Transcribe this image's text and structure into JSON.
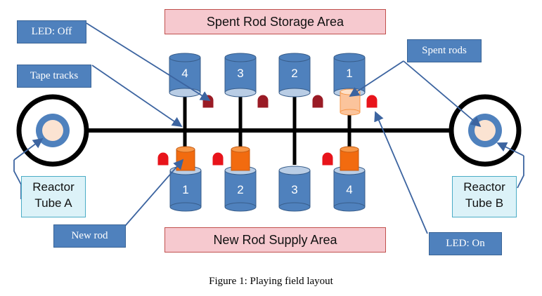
{
  "spent_area_title": "Spent Rod Storage Area",
  "supply_area_title": "New Rod Supply Area",
  "labels": {
    "led_off": "LED: Off",
    "tape_tracks": "Tape tracks",
    "spent_rods": "Spent rods",
    "new_rod": "New rod",
    "led_on": "LED: On"
  },
  "reactor_a": {
    "line1": "Reactor",
    "line2": "Tube A"
  },
  "reactor_b": {
    "line1": "Reactor",
    "line2": "Tube B"
  },
  "storage_slots": [
    "4",
    "3",
    "2",
    "1"
  ],
  "supply_slots": [
    "1",
    "2",
    "3",
    "4"
  ],
  "caption": "Figure 1: Playing field layout",
  "colors": {
    "cylinder": "#4f81bd",
    "new_rod": "#f26b0f",
    "spent_rod": "#fbc49c",
    "led_on": "#e8141b",
    "led_off": "#9a1b25",
    "title_box": "#f6c9cf",
    "label_box": "#4f81bd"
  }
}
